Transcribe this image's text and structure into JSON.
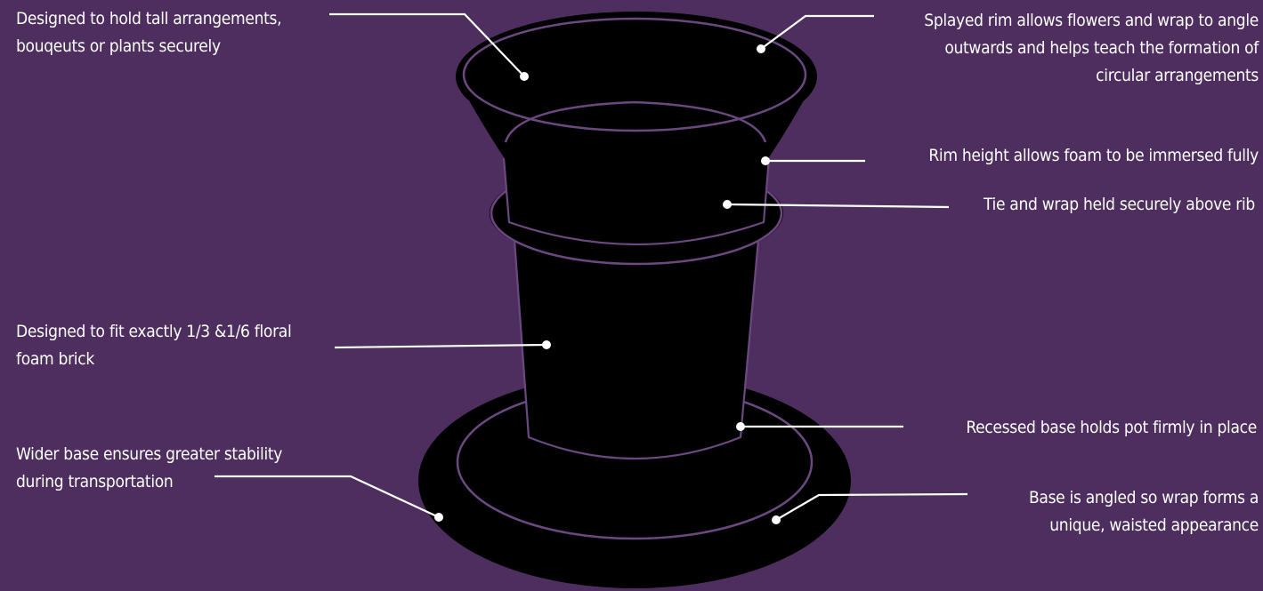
{
  "callouts": {
    "tall_arrangements": {
      "line1": "Designed to hold tall arrangements,",
      "line2": "bouqeuts or plants securely"
    },
    "splayed_rim": {
      "line1": "Splayed rim allows flowers and wrap to angle",
      "line2": "outwards and helps teach the formation of",
      "line3": "circular arrangements"
    },
    "rim_height": {
      "line1": "Rim height allows foam to be immersed fully"
    },
    "tie_wrap": {
      "line1": "Tie and wrap held securely above rib"
    },
    "foam_brick": {
      "line1": "Designed to fit exactly 1/3 &1/6 floral",
      "line2": "foam brick"
    },
    "recessed_base": {
      "line1": "Recessed base holds pot firmly in place"
    },
    "wider_base": {
      "line1": "Wider base ensures greater stability",
      "line2": "during transportation"
    },
    "angled_base": {
      "line1": "Base is angled so wrap forms a",
      "line2": "unique, waisted appearance"
    }
  },
  "colors": {
    "background": "#4e2e5e",
    "pot": "#000000",
    "pot_outline": "#6b4880",
    "text": "#ffffff",
    "leader_line": "#ffffff"
  }
}
